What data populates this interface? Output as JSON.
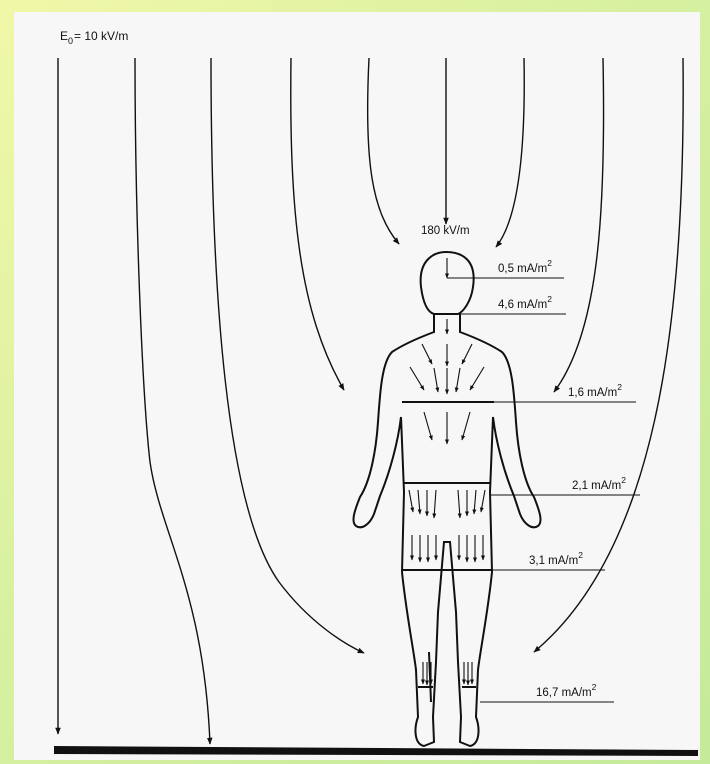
{
  "field": {
    "symbol_main": "E",
    "symbol_sub": "0",
    "value_text": "= 10 kV/m"
  },
  "peak_label": "180 kV/m",
  "current_densities": [
    {
      "value": "0,5 mA/m",
      "exponent": "2"
    },
    {
      "value": "4,6 mA/m",
      "exponent": "2"
    },
    {
      "value": "1,6 mA/m",
      "exponent": "2"
    },
    {
      "value": "2,1 mA/m",
      "exponent": "2"
    },
    {
      "value": "3,1 mA/m",
      "exponent": "2"
    },
    {
      "value": "16,7 mA/m",
      "exponent": "2"
    }
  ],
  "colors": {
    "background": "#d6f0a0",
    "panel": "#f7f7f7",
    "ink": "#111111"
  }
}
